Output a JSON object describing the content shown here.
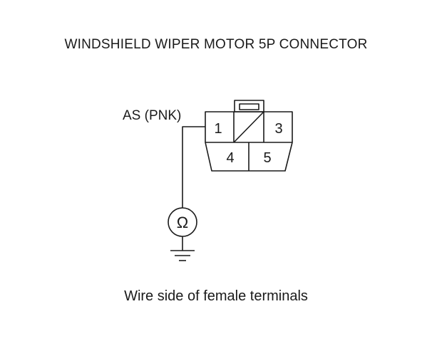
{
  "diagram": {
    "title": "WINDSHIELD WIPER MOTOR 5P CONNECTOR",
    "wire_label": "AS (PNK)",
    "terminals": [
      "1",
      "3",
      "4",
      "5"
    ],
    "meter_symbol": "Ω",
    "meter_icon": "ohmmeter-icon",
    "ground_icon": "ground-icon",
    "caption": "Wire side of female terminals"
  }
}
